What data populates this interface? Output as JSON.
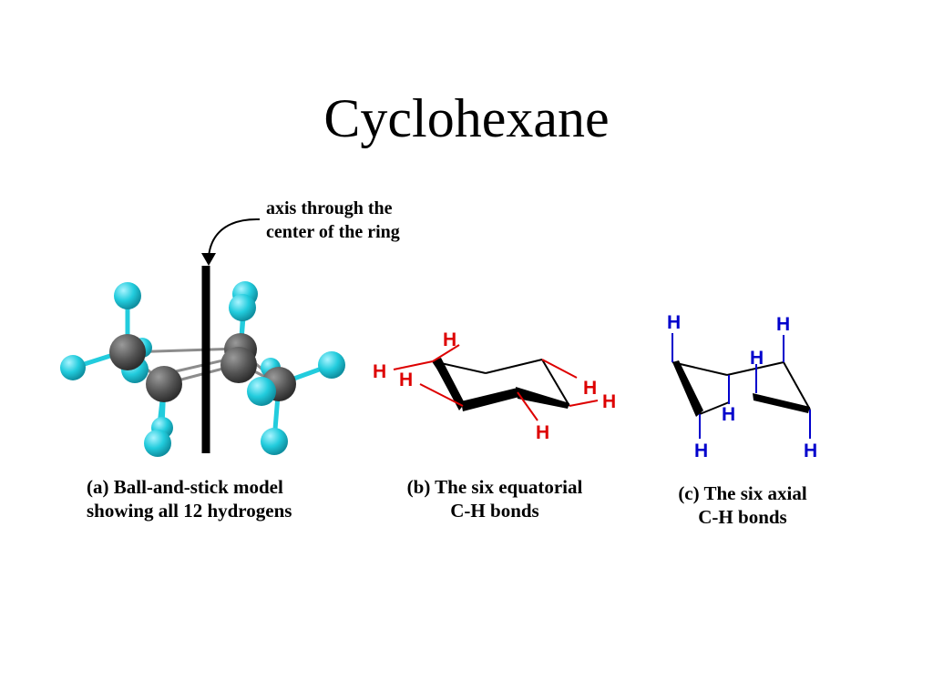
{
  "title": "Cyclohexane",
  "callout": {
    "line1": "axis through the",
    "line2": "center of the ring"
  },
  "captions": {
    "a": {
      "line1": "(a) Ball-and-stick model",
      "line2": "showing all 12 hydrogens"
    },
    "b": {
      "line1": "(b) The six equatorial",
      "line2": "C-H bonds"
    },
    "c": {
      "line1": "(c) The six axial",
      "line2": "C-H bonds"
    }
  },
  "atom_label": "H",
  "colors": {
    "carbon": "#555555",
    "hydrogen": "#22ccdd",
    "equatorial": "#dd0000",
    "axial": "#0000cc"
  }
}
